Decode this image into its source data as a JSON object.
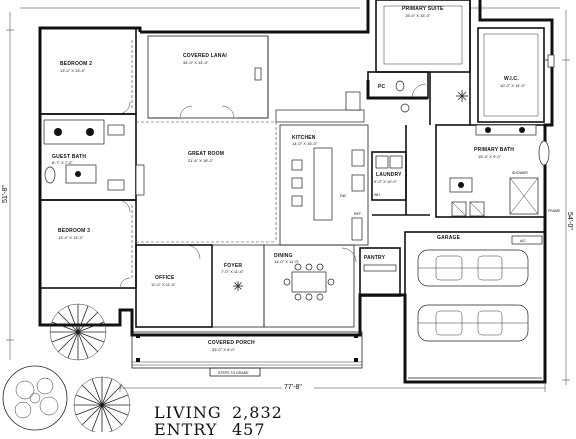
{
  "rooms": {
    "primary_suite": {
      "name": "PRIMARY SUITE",
      "dims": "15'-0\" X 15'-0\""
    },
    "bedroom2": {
      "name": "BEDROOM 2",
      "dims": "13'-4\" X 13'-0\""
    },
    "covered_lanai": {
      "name": "COVERED LANAI",
      "dims": "34'-0\" X 14'-0\""
    },
    "wic": {
      "name": "W.I.C.",
      "dims": "10'-0\" X 14'-0\""
    },
    "guest_bath": {
      "name": "GUEST BATH",
      "dims": "8'-7\" X 7'-0\""
    },
    "great_room": {
      "name": "GREAT ROOM",
      "dims": "21'-6\" X 18'-2\""
    },
    "kitchen": {
      "name": "KITCHEN",
      "dims": "14'-0\" X 15'-0\""
    },
    "primary_bath": {
      "name": "PRIMARY BATH",
      "dims": "15'-4\" X 9'-0\""
    },
    "laundry": {
      "name": "LAUNDRY",
      "dims": "9'-0\" X 10'-0\""
    },
    "bedroom3": {
      "name": "BEDROOM 3",
      "dims": "13'-4\" X 13'-0\""
    },
    "garage": {
      "name": "GARAGE",
      "dims": ""
    },
    "pantry": {
      "name": "PANTRY",
      "dims": ""
    },
    "office": {
      "name": "OFFICE",
      "dims": "11'-0\" X 11'-0\""
    },
    "foyer": {
      "name": "FOYER",
      "dims": "7'-0\" X 11'-0\""
    },
    "dining": {
      "name": "DINING",
      "dims": "14'-0\" X 11'-0\""
    },
    "covered_porch": {
      "name": "COVERED PORCH",
      "dims": "33'-0\" X 8'-0\""
    },
    "pc": {
      "name": "PC",
      "dims": ""
    }
  },
  "notes": {
    "steps": "STEPS TO GRADE",
    "frame": "FRAME",
    "shower": "SHOWER",
    "ref": "REF",
    "dw": "DW",
    "wh": "WH",
    "ac": "A/C"
  },
  "dimensions": {
    "overall_width": "77'-8\"",
    "left_depth": "51'-8\"",
    "right_depth": "54'-0\""
  },
  "area_summary": [
    {
      "label": "LIVING",
      "value": "2,832"
    },
    {
      "label": "ENTRY",
      "value": "457"
    }
  ]
}
